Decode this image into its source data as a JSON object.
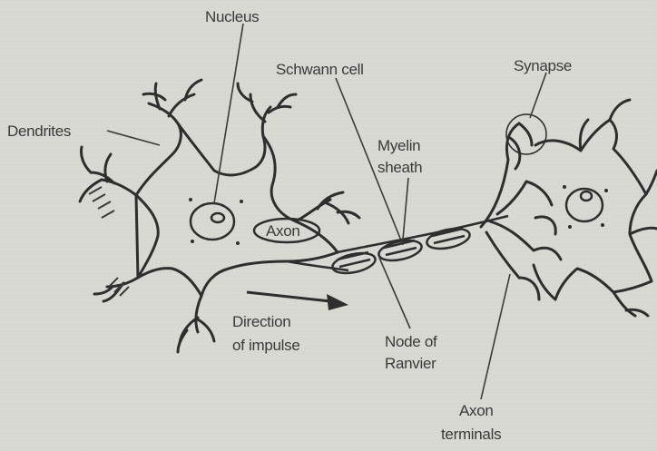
{
  "labels": {
    "nucleus": "Nucleus",
    "dendrites": "Dendrites",
    "schwann_cell": "Schwann cell",
    "synapse": "Synapse",
    "myelin_sheath_1": "Myelin",
    "myelin_sheath_2": "sheath",
    "axon": "Axon",
    "direction_1": "Direction",
    "direction_2": "of impulse",
    "node_1": "Node of",
    "node_2": "Ranvier",
    "terminals_1": "Axon",
    "terminals_2": "terminals"
  },
  "colors": {
    "background": "#d9d9d4",
    "ink": "#3a3a3a"
  }
}
